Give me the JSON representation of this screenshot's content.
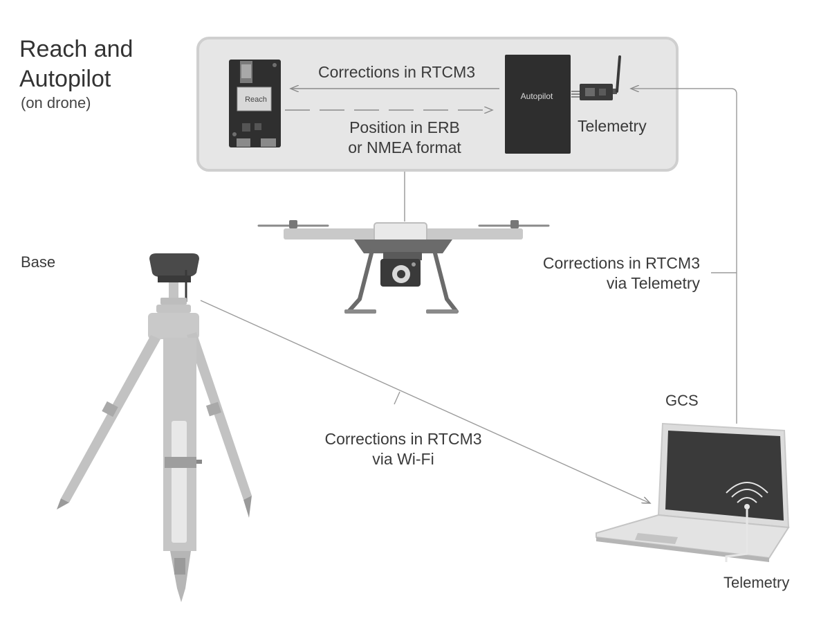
{
  "title": {
    "line1": "Reach and",
    "line2": "Autopilot",
    "subtitle": "(on drone)"
  },
  "drone_box": {
    "reach_module_label": "Reach",
    "autopilot_label": "Autopilot",
    "corrections_label": "Corrections in RTCM3",
    "position_label_line1": "Position in ERB",
    "position_label_line2": "or NMEA format",
    "telemetry_label": "Telemetry"
  },
  "base": {
    "label": "Base"
  },
  "links": {
    "telemetry_corrections_line1": "Corrections in RTCM3",
    "telemetry_corrections_line2": "via Telemetry",
    "wifi_corrections_line1": "Corrections in RTCM3",
    "wifi_corrections_line2": "via Wi-Fi"
  },
  "gcs": {
    "label": "GCS",
    "telemetry_label": "Telemetry"
  },
  "colors": {
    "panel_fill": "#e6e6e6",
    "panel_border": "#c8c8c8",
    "device_dark": "#2e2e2e",
    "line": "#9a9a9a",
    "tripod": "#bdbdbd",
    "text": "#3a3a3a"
  }
}
